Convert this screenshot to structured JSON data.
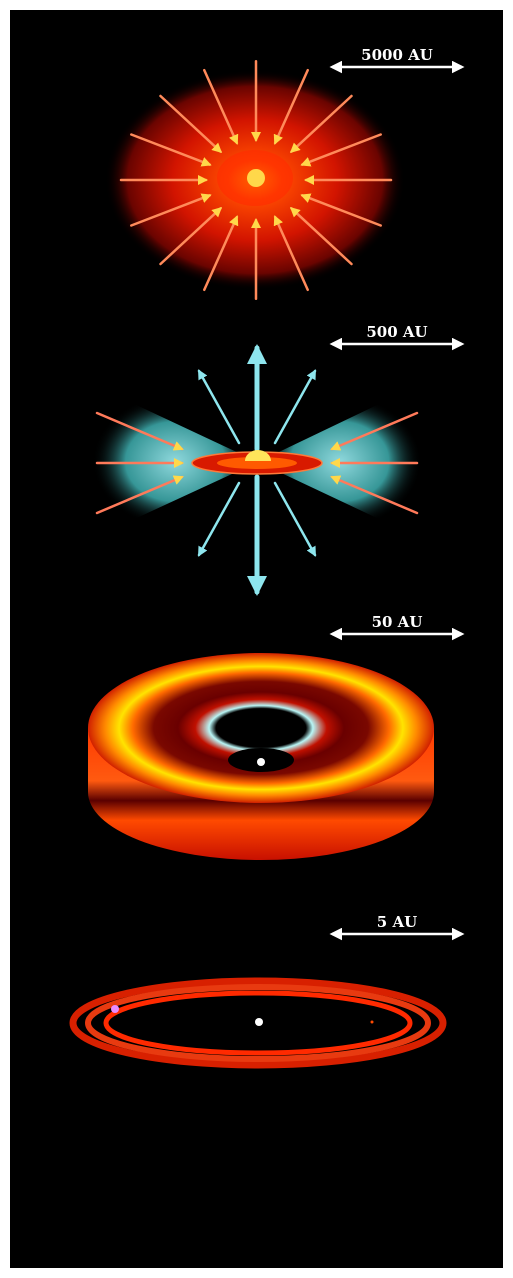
{
  "figure": {
    "panels": [
      {
        "id": "panel-1",
        "scale_label": "5000 AU",
        "description": "collapsing envelope"
      },
      {
        "id": "panel-2",
        "scale_label": "500 AU",
        "description": "disk with bipolar outflow"
      },
      {
        "id": "panel-3",
        "scale_label": "50 AU",
        "description": "protoplanetary disk"
      },
      {
        "id": "panel-4",
        "scale_label": "5 AU",
        "description": "debris disk with planets"
      }
    ]
  },
  "colors": {
    "background": "#000000",
    "envelope": "#ff2a00",
    "core": "#ffd400",
    "outflow": "#7fe6f0",
    "disk_outer": "#ff6a00",
    "disk_bright": "#ffe400",
    "disk_dark": "#6a0000",
    "star": "#ffffff"
  }
}
